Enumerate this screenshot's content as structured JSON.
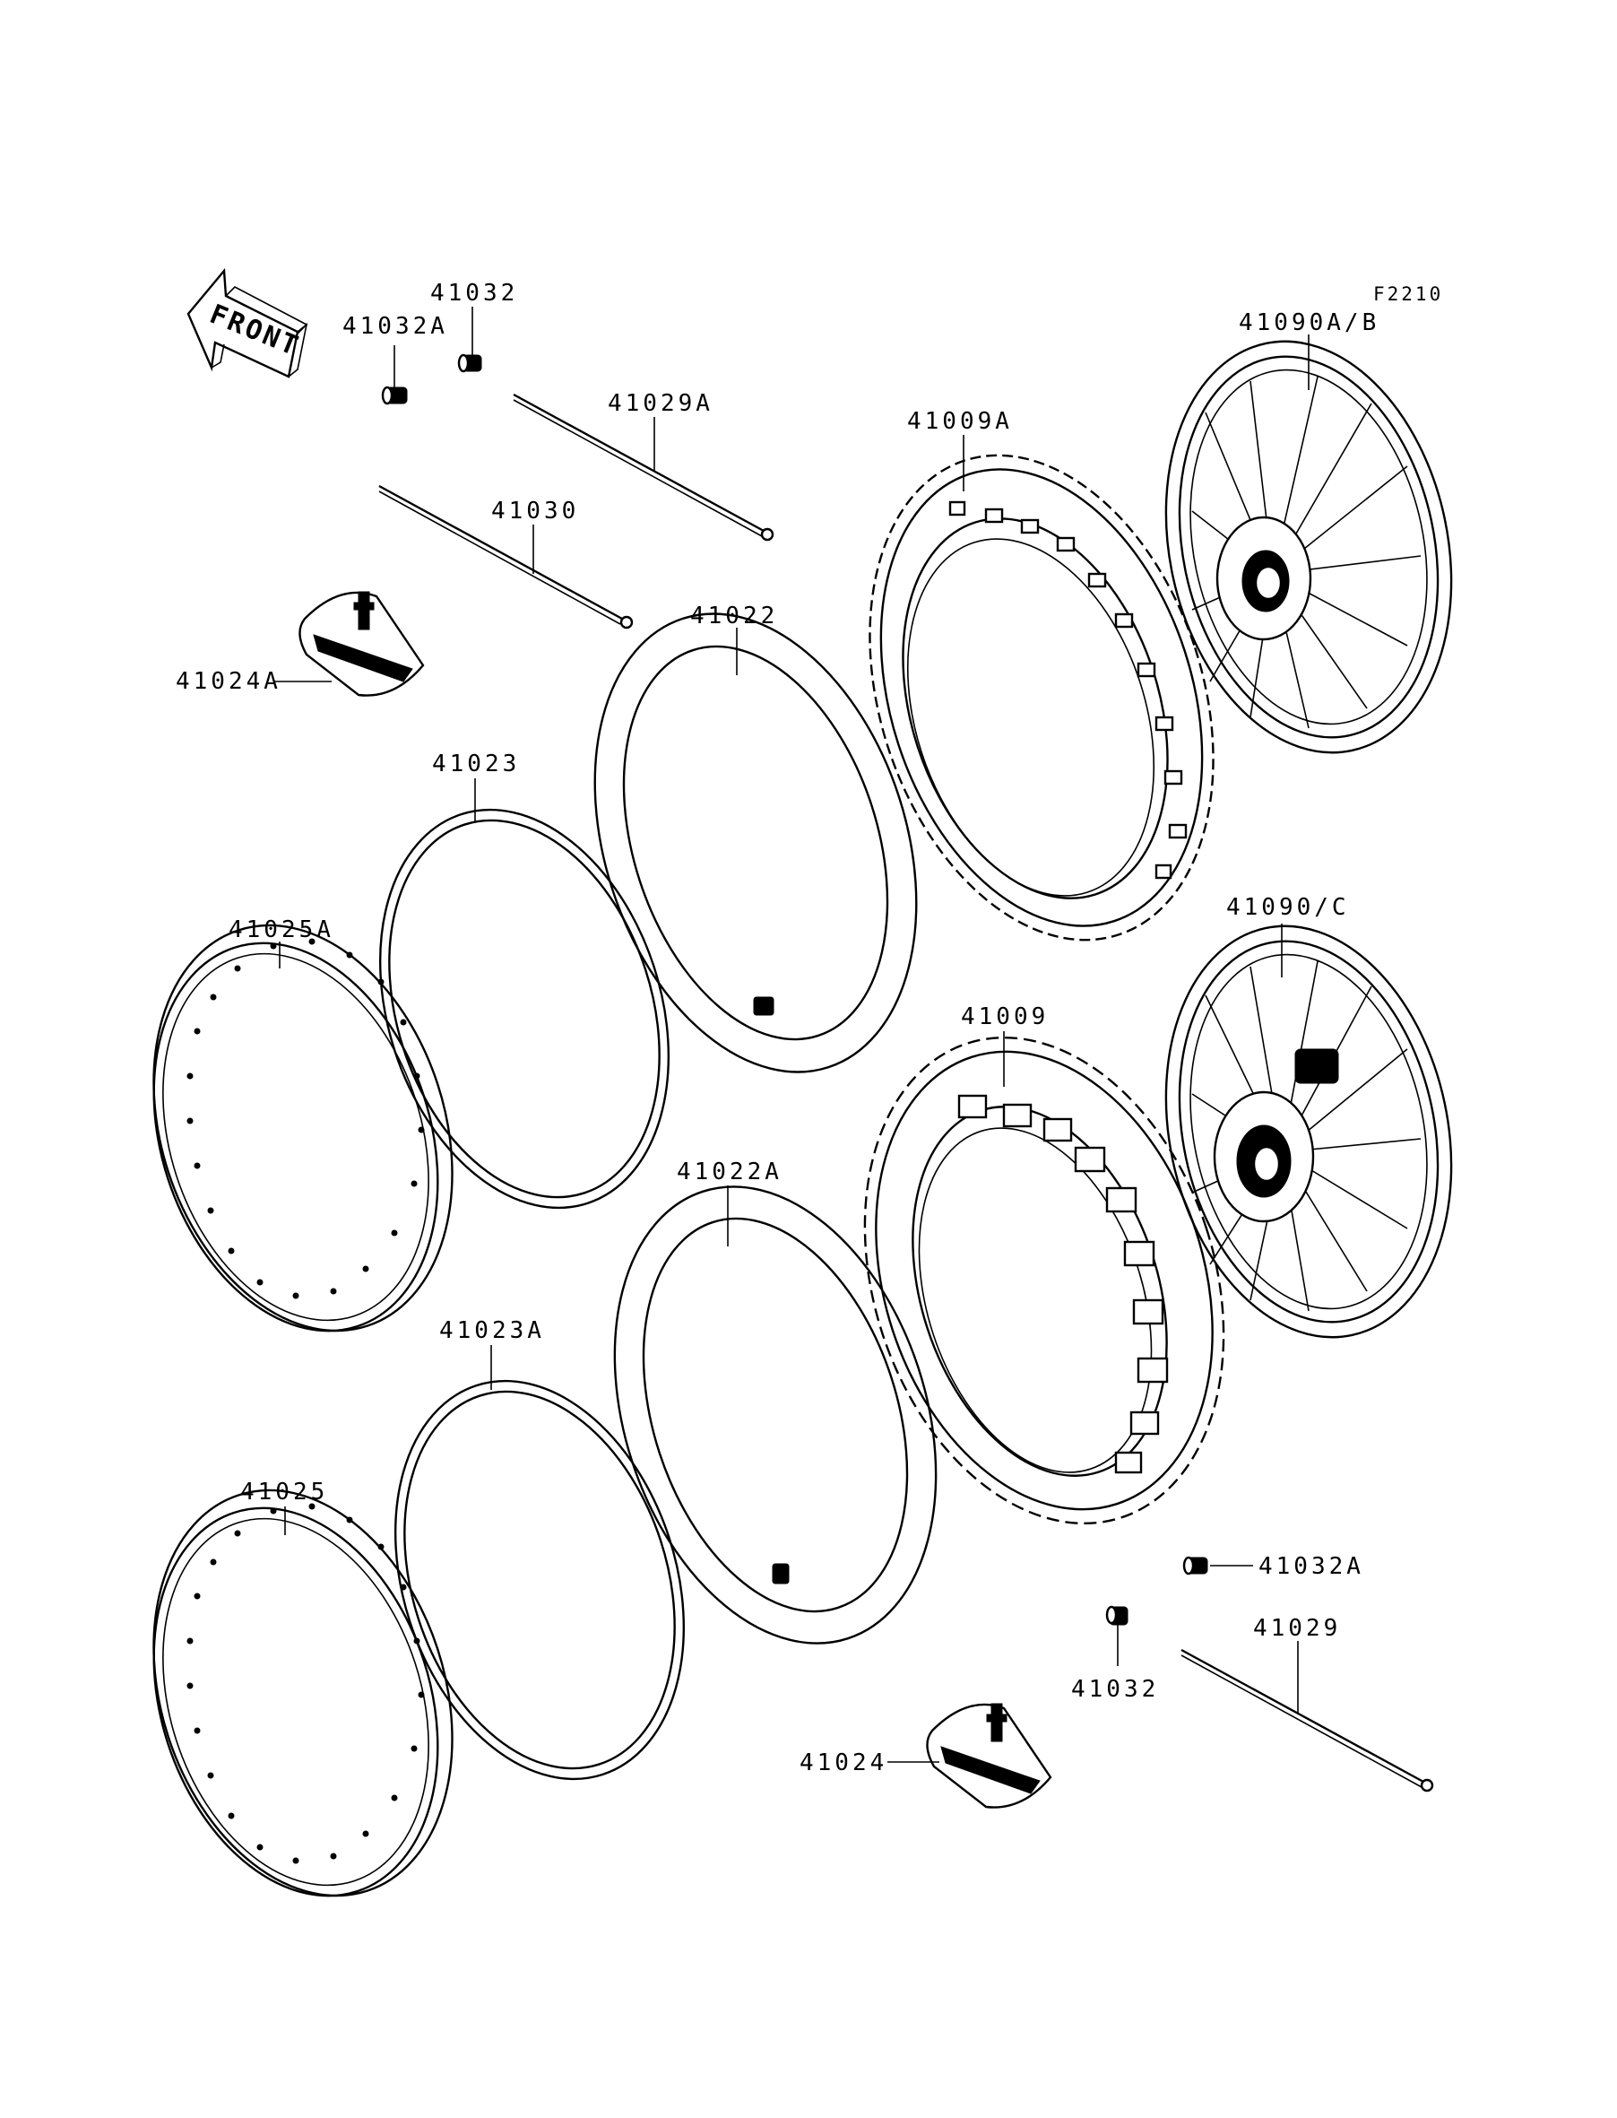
{
  "figure_code": "F2210",
  "front_label": "FRONT",
  "parts": {
    "p41032_top": "41032",
    "p41032A_top": "41032A",
    "p41029A": "41029A",
    "p41030": "41030",
    "p41024A": "41024A",
    "p41022": "41022",
    "p41009A": "41009A",
    "p41090AB": "41090A/B",
    "p41023": "41023",
    "p41025A": "41025A",
    "p41090C": "41090/C",
    "p41009": "41009",
    "p41022A": "41022A",
    "p41023A": "41023A",
    "p41025": "41025",
    "p41032A_bottom": "41032A",
    "p41032_bottom": "41032",
    "p41029": "41029",
    "p41024": "41024"
  }
}
